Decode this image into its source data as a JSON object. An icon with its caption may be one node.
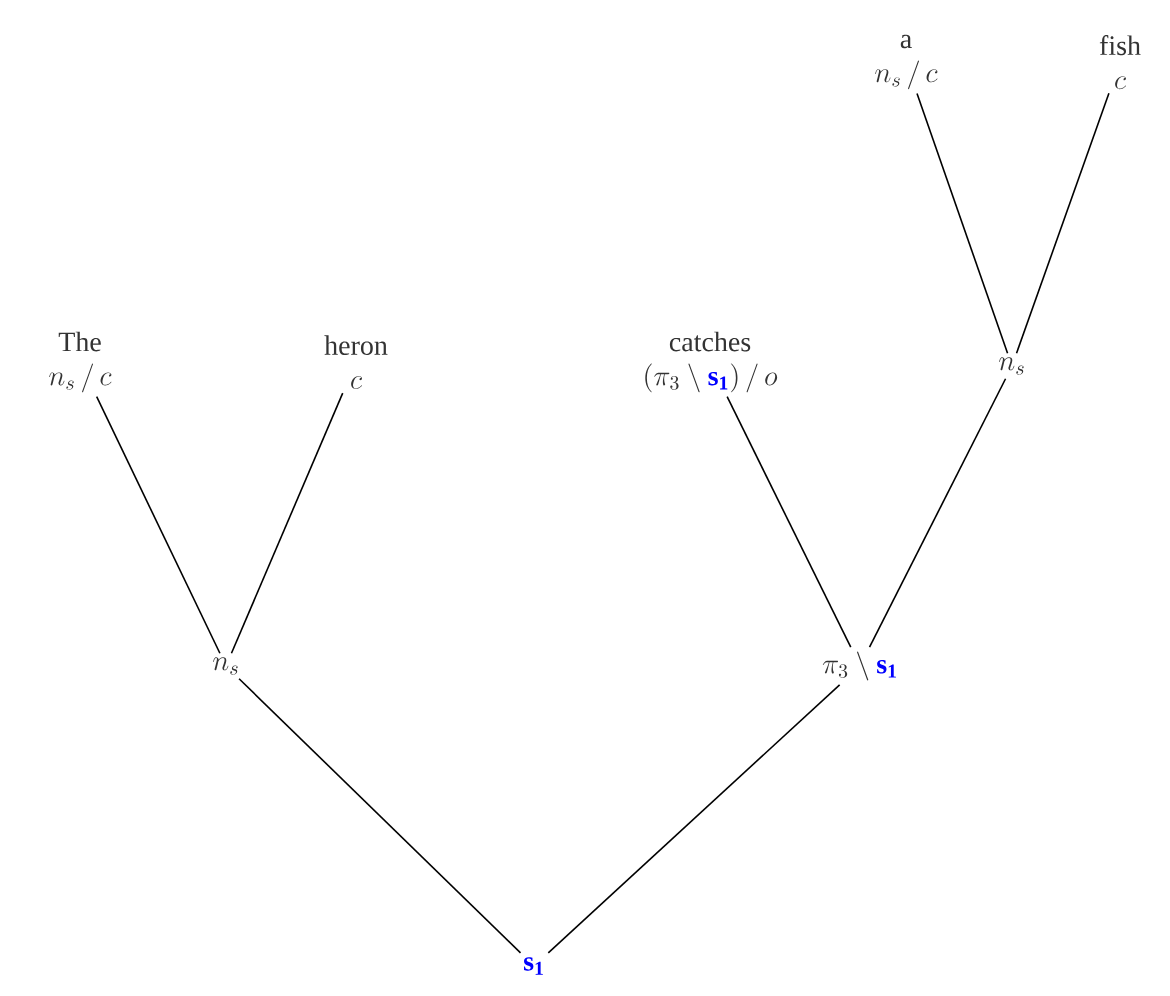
{
  "diagram": {
    "nodes": [
      {
        "text": [
          "\\textcolor{blue}{\\mathbf{s_1}}"
        ]
      },
      {
        "text": [
          "n_s"
        ]
      },
      {
        "text": [
          "The",
          "n_s \\,/\\, c"
        ]
      },
      {
        "text": [
          "heron",
          "c"
        ]
      },
      {
        "text": [
          "\\pi_3 \\mathbin{\\backslash} \\textcolor{blue}{\\mathbf{s_1}}"
        ]
      },
      {
        "text": [
          "catches",
          "(\\pi_3 \\mathbin{\\backslash} \\textcolor{blue}{\\mathbf{s_1}}) \\,/\\, o"
        ]
      },
      {
        "text": [
          "n_s"
        ]
      },
      {
        "text": [
          "a",
          "n_s \\,/\\, c"
        ]
      },
      {
        "text": [
          "fish",
          "c"
        ]
      }
    ],
    "edges": [
      {
        "from": 0,
        "to": 1,
        "arrow": "none"
      },
      {
        "from": 0,
        "to": 4,
        "arrow": "none"
      },
      {
        "from": 1,
        "to": 2,
        "arrow": "none"
      },
      {
        "from": 1,
        "to": 3,
        "arrow": "none"
      },
      {
        "from": 4,
        "to": 5,
        "arrow": "none"
      },
      {
        "from": 4,
        "to": 6,
        "arrow": "none"
      },
      {
        "from": 6,
        "to": 7,
        "arrow": "none"
      },
      {
        "from": 6,
        "to": 8,
        "arrow": "none"
      }
    ]
  }
}
